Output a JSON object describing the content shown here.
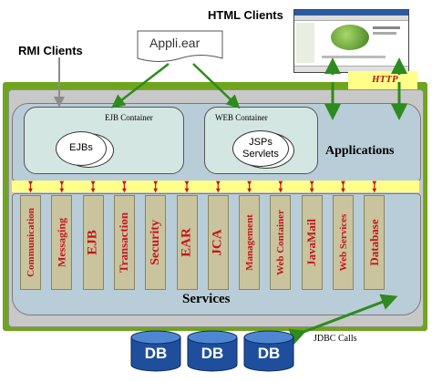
{
  "labels": {
    "html_clients": "HTML Clients",
    "rmi_clients": "RMI Clients",
    "appli_ear": "Appli.ear",
    "http": "HTTP",
    "ejb_container": "EJB Container",
    "web_container": "WEB Container",
    "ejbs": "EJBs",
    "jsps": "JSPs",
    "servlets": "Servlets",
    "applications": "Applications",
    "services": "Services",
    "jdbc_calls": "JDBC Calls"
  },
  "services": [
    {
      "label": "Communication",
      "size": 11
    },
    {
      "label": "Messaging",
      "size": 12
    },
    {
      "label": "EJB",
      "size": 15
    },
    {
      "label": "Transaction",
      "size": 13
    },
    {
      "label": "Security",
      "size": 14
    },
    {
      "label": "EAR",
      "size": 15
    },
    {
      "label": "JCA",
      "size": 15
    },
    {
      "label": "Management",
      "size": 11
    },
    {
      "label": "Web Container",
      "size": 11
    },
    {
      "label": "JavaMail",
      "size": 13
    },
    {
      "label": "Web Services",
      "size": 11
    },
    {
      "label": "Database",
      "size": 13
    }
  ],
  "databases": [
    "DB",
    "DB",
    "DB"
  ],
  "colors": {
    "frame_green": "#6fa51e",
    "arrow_green": "#2e8b1e",
    "service_text_red": "#c4161c",
    "bus_yellow": "#ffff8a",
    "http_text": "#b31616",
    "db_blue": "#1f4f9c"
  }
}
